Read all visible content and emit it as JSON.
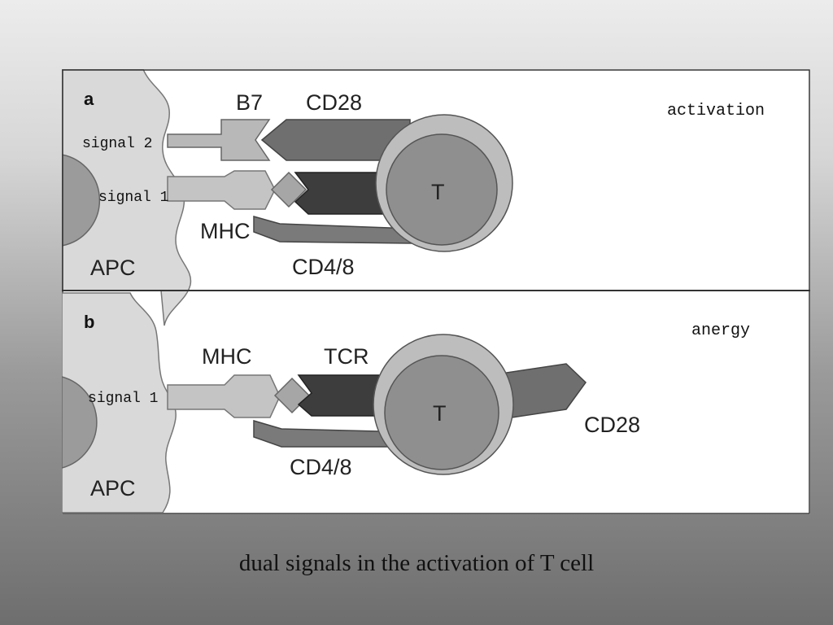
{
  "panel_a": {
    "letter": "a",
    "state": "activation",
    "labels": {
      "b7": "B7",
      "cd28": "CD28",
      "signal2": "signal 2",
      "signal1": "signal 1",
      "mhc": "MHC",
      "cd48": "CD4/8",
      "apc": "APC",
      "t": "T"
    }
  },
  "panel_b": {
    "letter": "b",
    "state": "anergy",
    "labels": {
      "mhc": "MHC",
      "tcr": "TCR",
      "signal1": "signal 1",
      "t": "T",
      "cd28": "CD28",
      "cd48": "CD4/8",
      "apc": "APC"
    }
  },
  "caption": "dual signals in the activation of T cell",
  "colors": {
    "apc_fill": "#d9d9d9",
    "nucleus_fill": "#9b9b9b",
    "tcell_outer": "#bdbdbd",
    "tcell_inner": "#8f8f8f",
    "b7_fill": "#b8b8b8",
    "cd28_fill": "#6f6f6f",
    "tcr_fill": "#3d3d3d",
    "antigen_fill": "#a6a6a6",
    "cd48_fill": "#7a7a7a"
  }
}
